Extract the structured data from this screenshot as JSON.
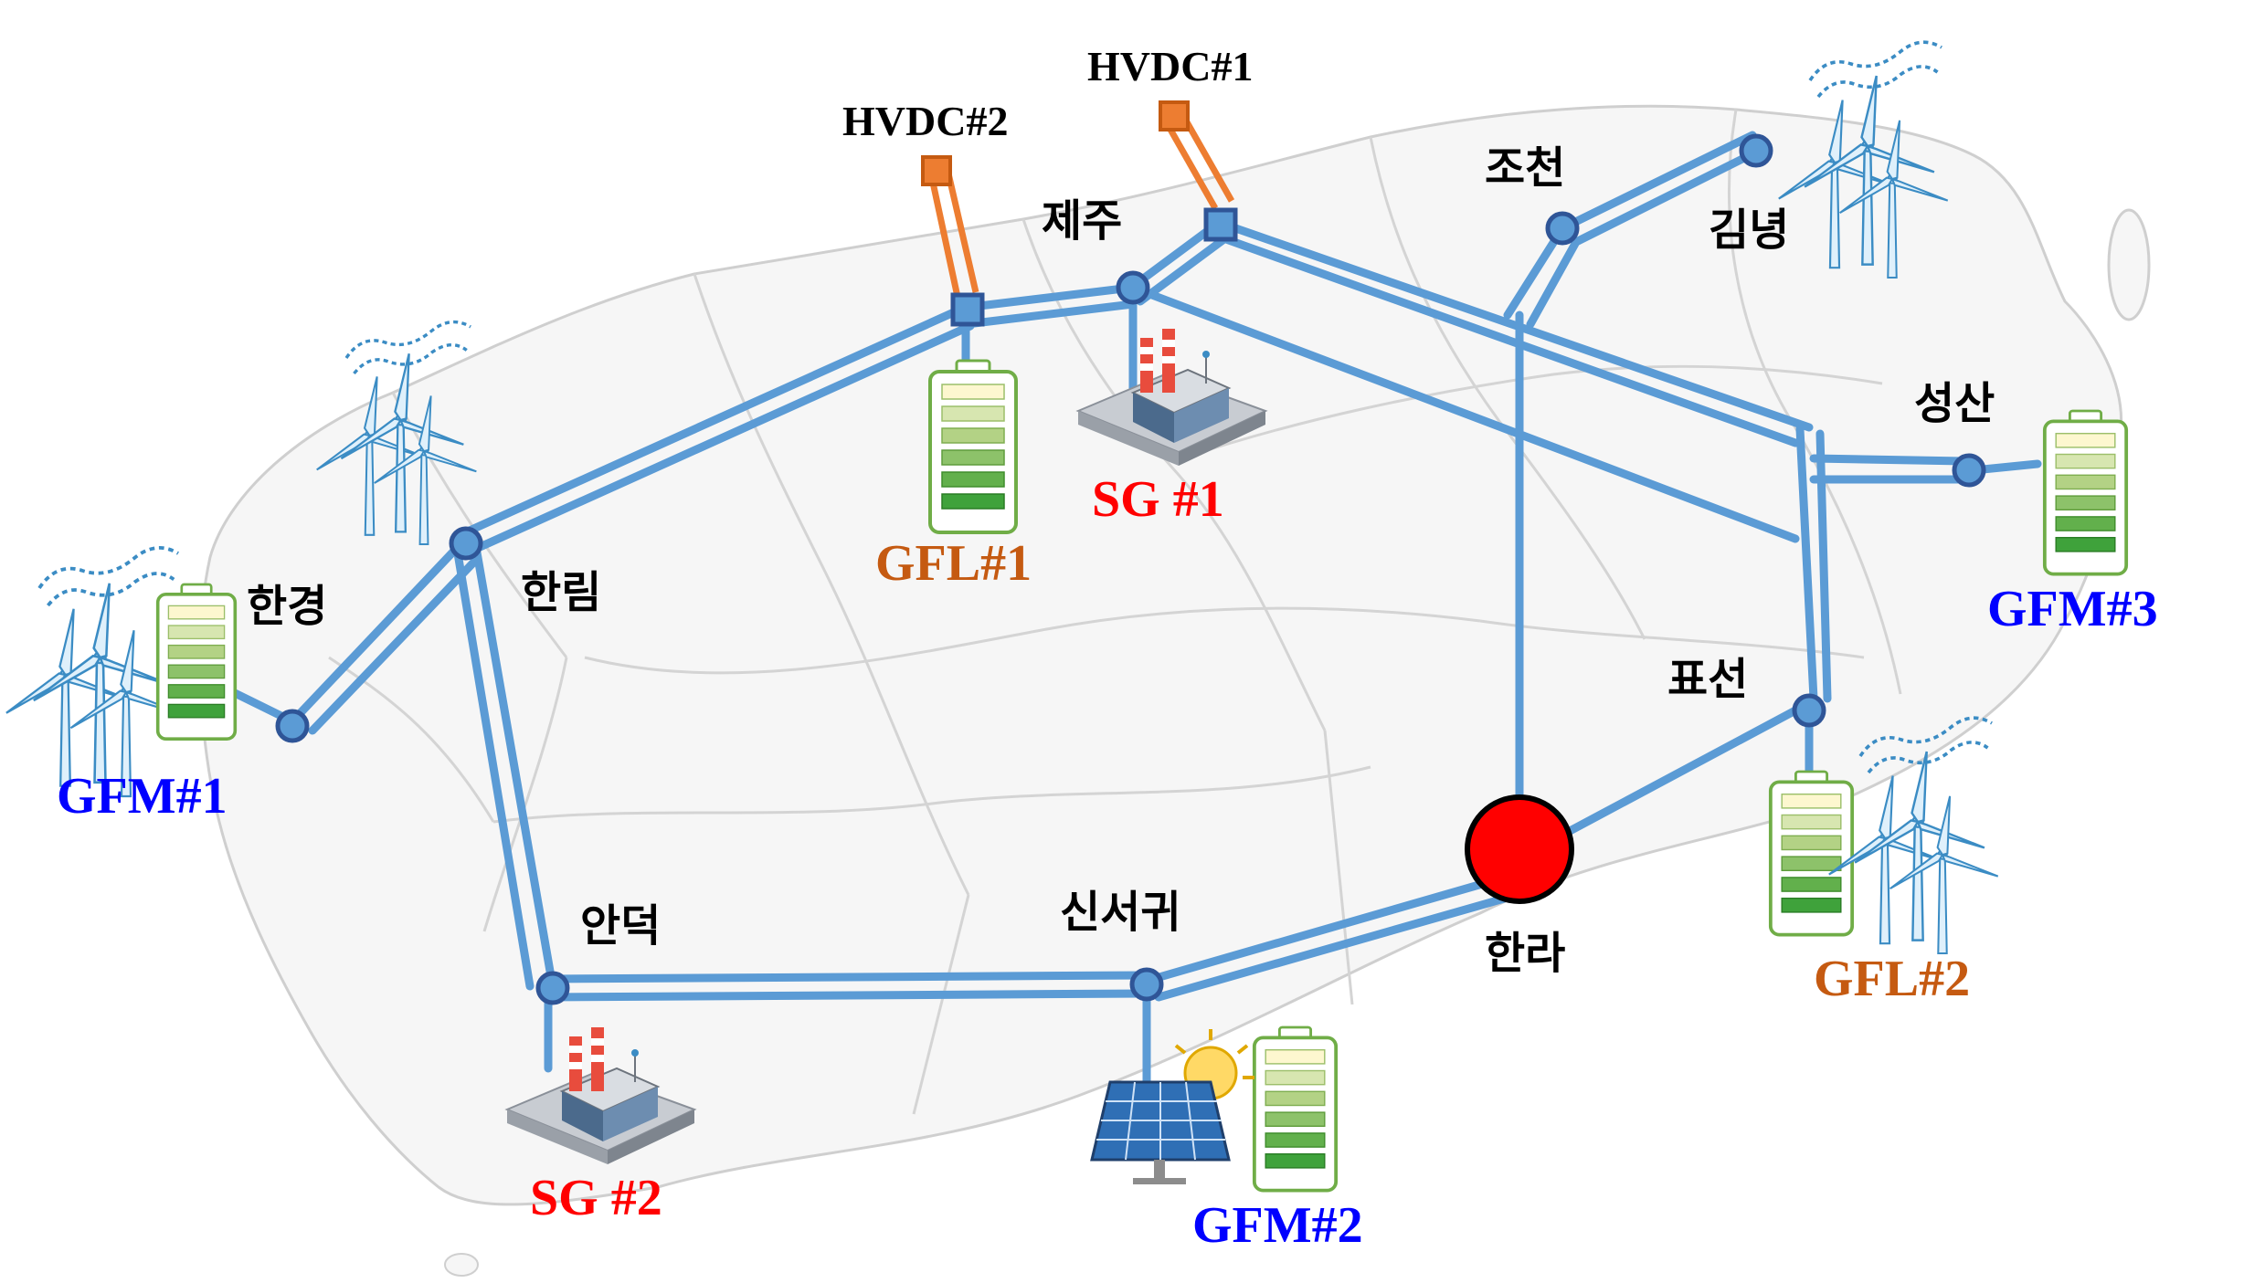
{
  "colors": {
    "line": "#5b9bd5",
    "node_fill": "#4f86c6",
    "node_stroke": "#2f5597",
    "hvdc": "#ed7d31",
    "gfm": "#0000ff",
    "gfl": "#c55a11",
    "sg": "#ff0000",
    "center": "#ff0000"
  },
  "nodes": {
    "hangyeong": "한경",
    "hallim": "한림",
    "jeju": "제주",
    "jocheon": "조천",
    "gimnyeong": "김녕",
    "seongsan": "성산",
    "pyoseon": "표선",
    "halla": "한라",
    "sinseogwi": "신서귀",
    "andeok": "안덕"
  },
  "tags": {
    "gfm1": "GFM#1",
    "gfm2": "GFM#2",
    "gfm3": "GFM#3",
    "gfl1": "GFL#1",
    "gfl2": "GFL#2",
    "sg1": "SG #1",
    "sg2": "SG #2",
    "hvdc1": "HVDC#1",
    "hvdc2": "HVDC#2"
  },
  "icons": [
    "wind-turbine-icon",
    "battery-icon",
    "power-plant-icon",
    "solar-panel-icon"
  ]
}
